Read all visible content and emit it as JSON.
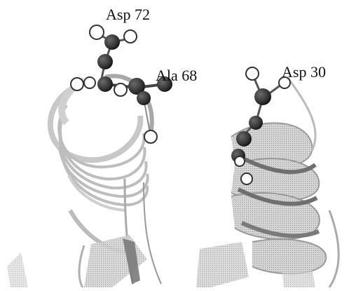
{
  "labels": {
    "asp72": "Asp 72",
    "ala68": "Ala 68",
    "asp30": "Asp 30"
  },
  "colors": {
    "ribbon_light": "#e6e6e6",
    "ribbon_mid": "#b8b8b8",
    "ribbon_dark": "#7c7c7c",
    "atom_dark": "#3a3a3a",
    "atom_white": "#ffffff",
    "ink": "#111111"
  }
}
